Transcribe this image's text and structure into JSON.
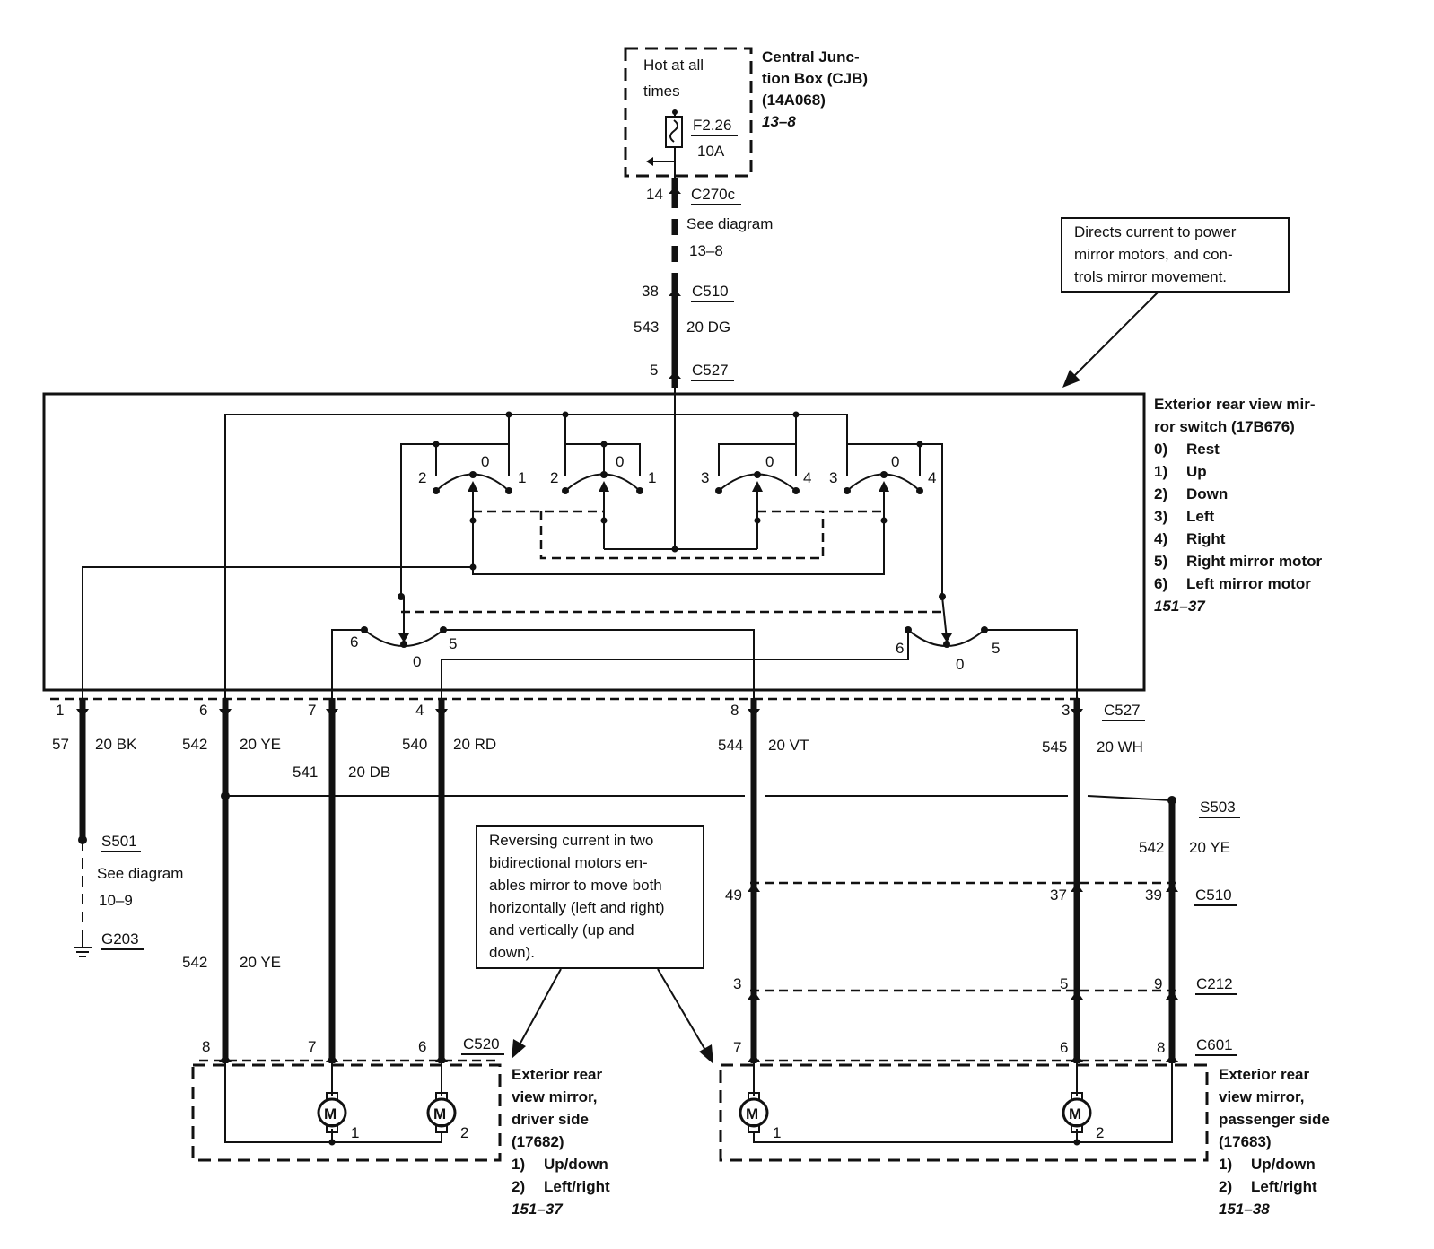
{
  "fuse_box": {
    "hot_line1": "Hot at all",
    "hot_line2": "times",
    "fuse_id": "F2.26",
    "fuse_rating": "10A",
    "name_line1": "Central Junc-",
    "name_line2": "tion Box (CJB)",
    "name_line3": "(14A068)",
    "ref": "13–8"
  },
  "feed": {
    "pin_c270": "14",
    "c270": "C270c",
    "see_line1": "See diagram",
    "see_line2": "13–8",
    "pin_c510": "38",
    "c510": "C510",
    "circuit": "543",
    "wire": "20 DG",
    "pin_c527": "5",
    "c527": "C527"
  },
  "callout_switch": {
    "line1": "Directs current to power",
    "line2": "mirror motors, and con-",
    "line3": "trols mirror movement."
  },
  "switch": {
    "title_line1": "Exterior rear view mir-",
    "title_line2": "ror switch (17B676)",
    "legend": [
      {
        "num": "0)",
        "label": "Rest"
      },
      {
        "num": "1)",
        "label": "Up"
      },
      {
        "num": "2)",
        "label": "Down"
      },
      {
        "num": "3)",
        "label": "Left"
      },
      {
        "num": "4)",
        "label": "Right"
      },
      {
        "num": "5)",
        "label": "Right mirror motor"
      },
      {
        "num": "6)",
        "label": "Left mirror motor"
      }
    ],
    "ref": "151–37",
    "contacts": {
      "sw1_left": "2",
      "sw1_mid": "0",
      "sw1_right": "1",
      "sw2_left": "2",
      "sw2_mid": "0",
      "sw2_right": "1",
      "sw3_left": "3",
      "sw3_mid": "0",
      "sw3_right": "4",
      "sw4_left": "3",
      "sw4_mid": "0",
      "sw4_right": "4",
      "sel1_left": "6",
      "sel1_mid": "0",
      "sel1_right": "5",
      "sel2_left": "6",
      "sel2_mid": "0",
      "sel2_right": "5"
    }
  },
  "harness": {
    "bk_pin": "1",
    "bk_circuit": "57",
    "bk_wire": "20 BK",
    "ye_pin": "6",
    "ye_circuit": "542",
    "ye_wire": "20 YE",
    "db_pin": "7",
    "db_circuit": "541",
    "db_wire": "20 DB",
    "rd_pin": "4",
    "rd_circuit": "540",
    "rd_wire": "20 RD",
    "vt_pin": "8",
    "vt_circuit": "544",
    "vt_wire": "20 VT",
    "wh_pin": "3",
    "wh_circuit": "545",
    "wh_wire": "20 WH",
    "c527": "C527",
    "s501": "S501",
    "s501_see1": "See diagram",
    "s501_see2": "10–9",
    "g203": "G203",
    "ye_lower_circuit": "542",
    "ye_lower_wire": "20 YE",
    "s503": "S503",
    "s503_circuit": "542",
    "s503_wire": "20 YE"
  },
  "callout_motors": {
    "line1": "Reversing current in two",
    "line2": "bidirectional motors en-",
    "line3": "ables mirror to move both",
    "line4": "horizontally (left and right)",
    "line5": "and vertically (up and",
    "line6": "down)."
  },
  "passenger_connectors": {
    "c510_vt": "49",
    "c510_wh": "37",
    "c510_ye": "39",
    "c510": "C510",
    "c212_vt": "3",
    "c212_wh": "5",
    "c212_ye": "9",
    "c212": "C212",
    "c601_vt": "7",
    "c601_wh": "6",
    "c601_ye": "8",
    "c601": "C601"
  },
  "driver_mirror": {
    "c520_ye": "8",
    "c520_db": "7",
    "c520_rd": "6",
    "c520": "C520",
    "motor_symbol": "M",
    "motor1_num": "1",
    "motor2_num": "2",
    "title_line1": "Exterior rear",
    "title_line2": "view mirror,",
    "title_line3": "driver side",
    "title_line4": "(17682)",
    "legend1_num": "1)",
    "legend1_label": "Up/down",
    "legend2_num": "2)",
    "legend2_label": "Left/right",
    "ref": "151–37"
  },
  "passenger_mirror": {
    "motor_symbol": "M",
    "motor1_num": "1",
    "motor2_num": "2",
    "title_line1": "Exterior rear",
    "title_line2": "view mirror,",
    "title_line3": "passenger side",
    "title_line4": "(17683)",
    "legend1_num": "1)",
    "legend1_label": "Up/down",
    "legend2_num": "2)",
    "legend2_label": "Left/right",
    "ref": "151–38"
  }
}
